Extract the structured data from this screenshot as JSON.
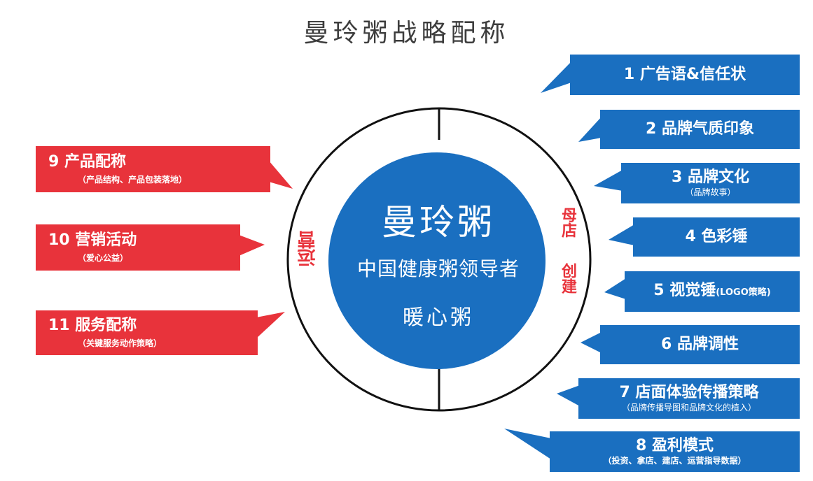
{
  "title": "曼玲粥战略配称",
  "center": {
    "brand": "曼玲粥",
    "slogan": "中国健康粥领导者",
    "warm": "暖心粥"
  },
  "ring_labels": {
    "left": "运营",
    "right_top": "母店",
    "right_bottom": "创建"
  },
  "colors": {
    "blue": "#1a6fc0",
    "red": "#e8333b",
    "ring": "#111111"
  },
  "blue_items": [
    {
      "main": "1 广告语&信任状",
      "sub": ""
    },
    {
      "main": "2 品牌气质印象",
      "sub": ""
    },
    {
      "main": "3 品牌文化",
      "sub": "（品牌故事）"
    },
    {
      "main": "4 色彩锤",
      "sub": ""
    },
    {
      "main": "5 视觉锤",
      "suffix": "(LOGO策略)",
      "sub": ""
    },
    {
      "main": "6 品牌调性",
      "sub": ""
    },
    {
      "main": "7 店面体验传播策略",
      "sub": "（品牌传播导图和品牌文化的植入）"
    },
    {
      "main": "8 盈利模式",
      "sub": "（投资、拿店、建店、运营指导数据）"
    }
  ],
  "red_items": [
    {
      "main": "9  产品配称",
      "sub": "（产品结构、产品包装落地）"
    },
    {
      "main": "10 营销活动",
      "sub": "（爱心公益）"
    },
    {
      "main": "11 服务配称",
      "sub": "（关键服务动作策略）"
    }
  ]
}
